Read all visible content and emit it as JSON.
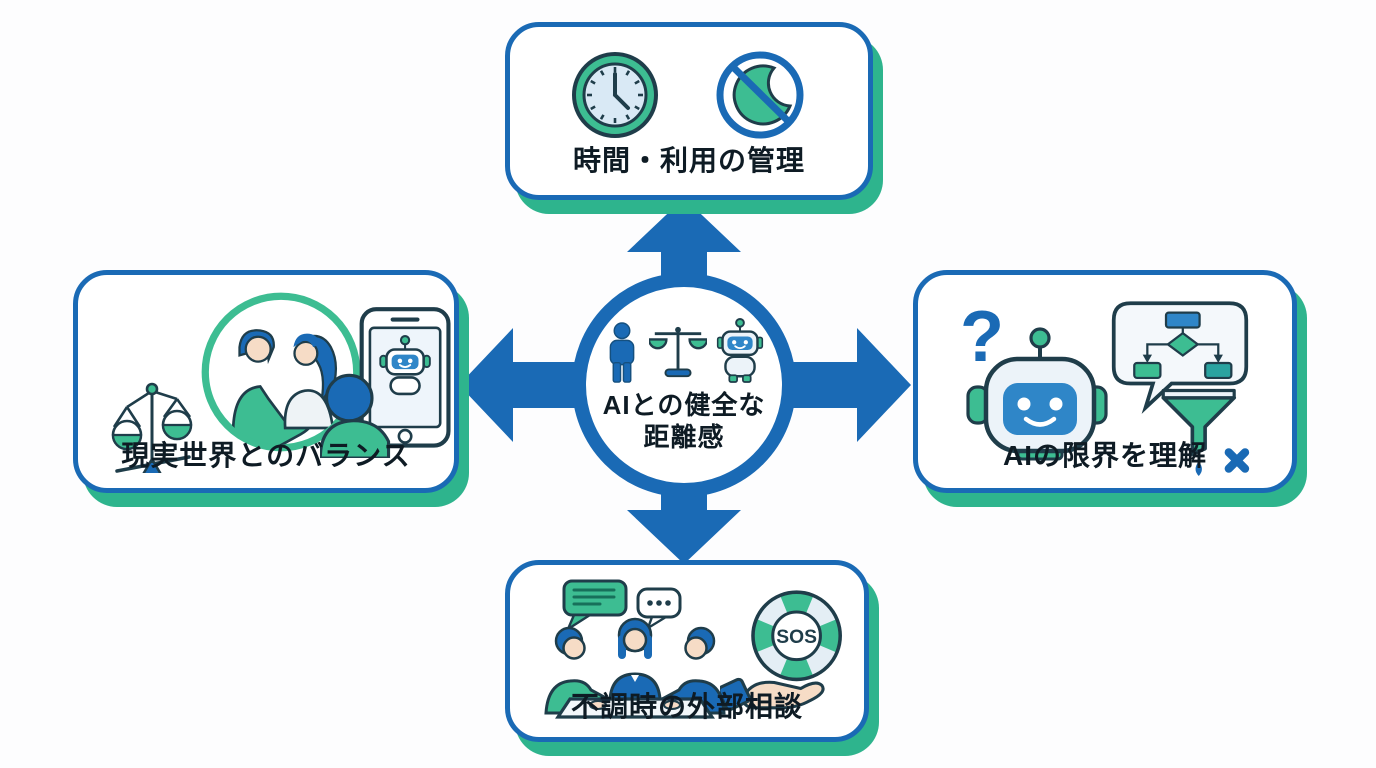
{
  "center": {
    "label_line1": "AIとの健全な",
    "label_line2": "距離感",
    "icons": [
      "person-icon",
      "balance-scale-icon",
      "robot-icon"
    ]
  },
  "boxes": {
    "top": {
      "label": "時間・利用の管理",
      "icons": [
        "clock-icon",
        "no-late-night-icon"
      ]
    },
    "left": {
      "label": "現実世界とのバランス",
      "icons": [
        "tilted-scale-icon",
        "people-talking-icon",
        "video-call-robot-icon"
      ]
    },
    "right": {
      "label": "AIの限界を理解",
      "icons": [
        "question-mark-icon",
        "robot-head-icon",
        "flowchart-bubble-icon",
        "broken-filter-icon"
      ],
      "question_mark": "?"
    },
    "bottom": {
      "label": "不調時の外部相談",
      "icons": [
        "consultation-icon",
        "sos-lifebuoy-icon"
      ],
      "sos_label": "SOS"
    }
  },
  "arrows": [
    "up",
    "down",
    "left",
    "right"
  ],
  "colors": {
    "primary_blue": "#1a6ab5",
    "accent_green": "#2eb48d",
    "icon_green": "#3dbd92",
    "outline_dark": "#1f3d4a",
    "robot_face_blue": "#2f86c8",
    "light_blue_fill": "#e9f2f9",
    "skin": "#f6dcc6",
    "background": "#fdfdfe",
    "text": "#0e1b24"
  }
}
